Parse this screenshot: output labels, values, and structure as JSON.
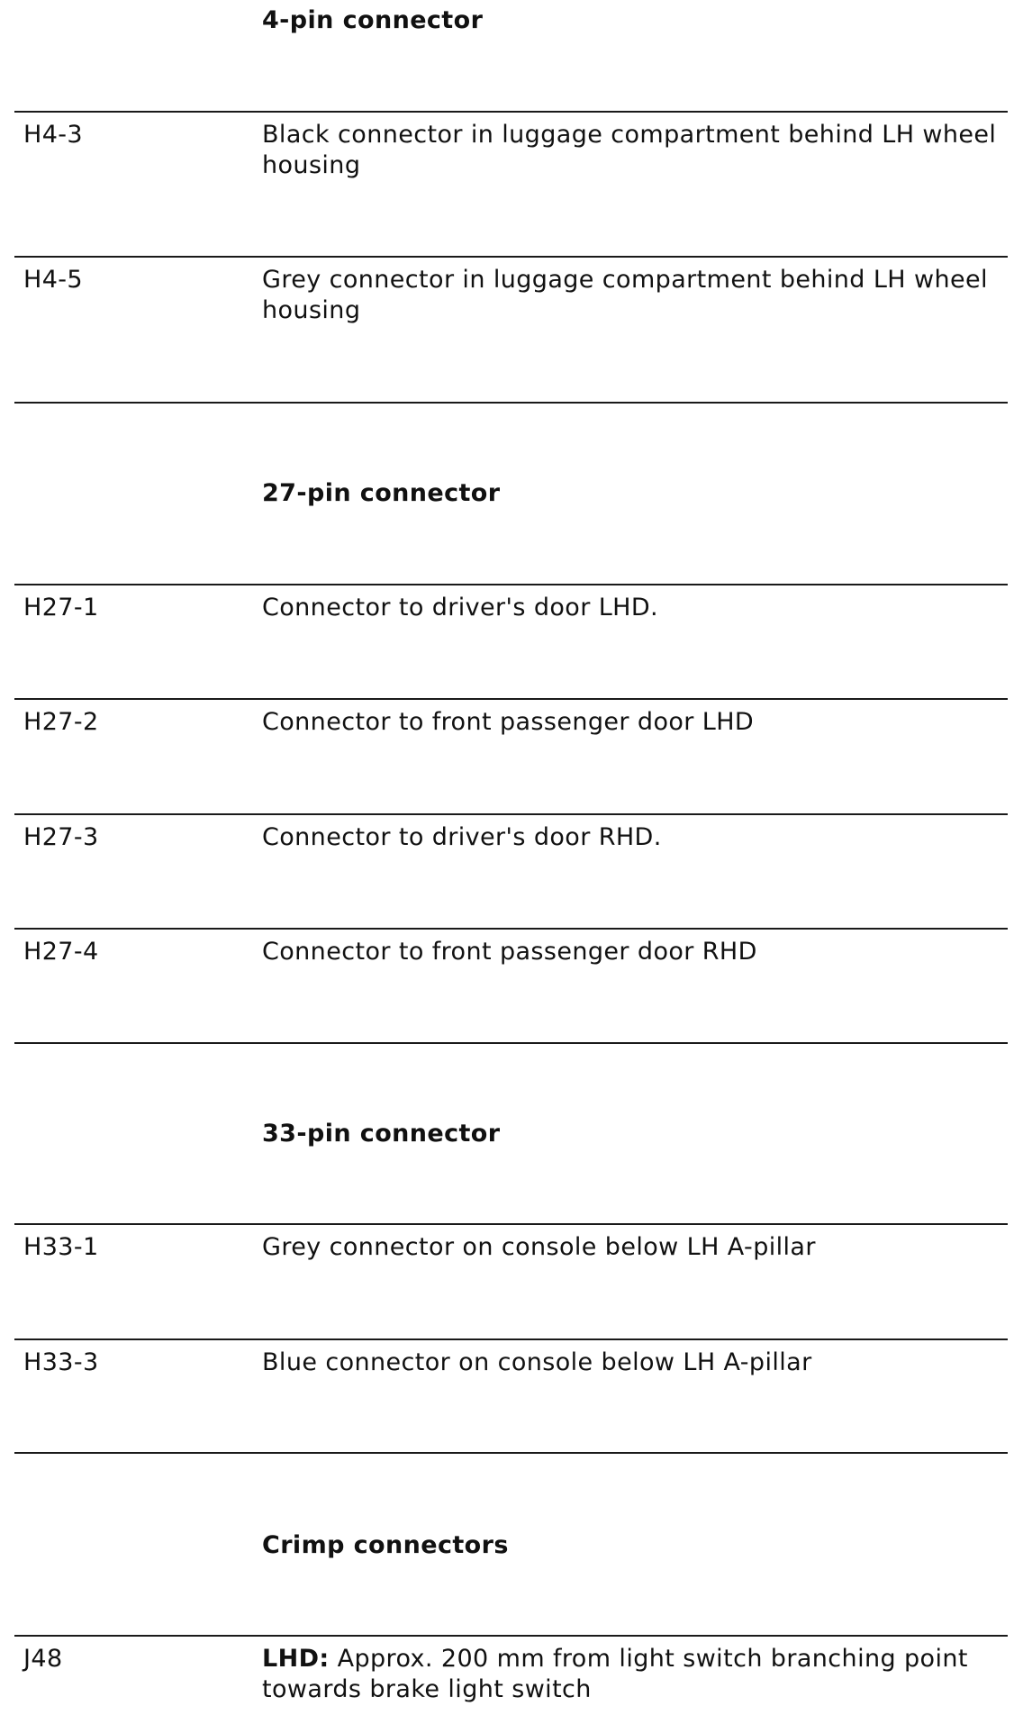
{
  "sections": [
    {
      "heading": "4-pin connector",
      "rows": [
        {
          "code": "H4-3",
          "description": "Black connector in luggage compartment behind LH wheel housing"
        },
        {
          "code": "H4-5",
          "description": "Grey connector in luggage compartment behind LH wheel housing"
        }
      ]
    },
    {
      "heading": "27-pin connector",
      "rows": [
        {
          "code": "H27-1",
          "description": "Connector to driver's door LHD."
        },
        {
          "code": "H27-2",
          "description": "Connector to front passenger door LHD"
        },
        {
          "code": "H27-3",
          "description": "Connector to driver's door RHD."
        },
        {
          "code": "H27-4",
          "description": "Connector to front passenger door RHD"
        }
      ]
    },
    {
      "heading": "33-pin connector",
      "rows": [
        {
          "code": "H33-1",
          "description": "Grey connector on console below LH A-pillar"
        },
        {
          "code": "H33-3",
          "description": "Blue connector on console below LH A-pillar"
        }
      ]
    },
    {
      "heading": "Crimp connectors",
      "rows": [
        {
          "code": "J48",
          "prefix": "LHD:",
          "description": " Approx. 200 mm from light switch branching point towards brake light switch"
        }
      ]
    }
  ]
}
